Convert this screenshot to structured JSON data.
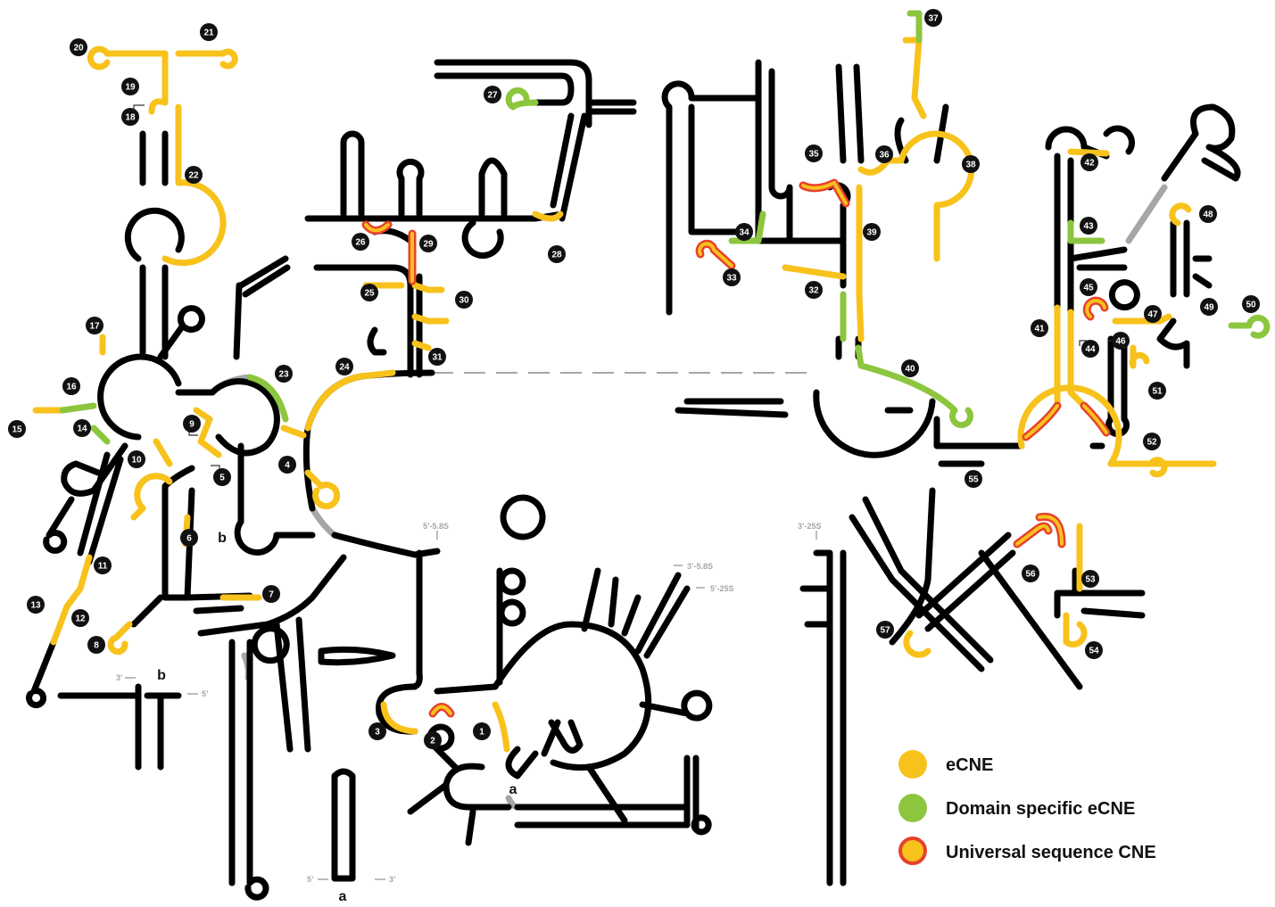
{
  "colors": {
    "backbone": "#000000",
    "ecne": "#f8c21c",
    "domain_specific_ecne": "#8cc63e",
    "universal_sequence_cne_outline": "#e8412c",
    "connector": "#a6a6a6"
  },
  "legend": {
    "items": [
      {
        "label": "eCNE",
        "color": "#f8c21c",
        "outline": ""
      },
      {
        "label": "Domain specific eCNE",
        "color": "#8cc63e",
        "outline": ""
      },
      {
        "label": "Universal sequence CNE",
        "color": "#f8c21c",
        "outline": "#e8412c"
      }
    ]
  },
  "end_labels": {
    "five_5_8s": "5’-5.8S",
    "three_5_8s": "3’-5.8S",
    "five_25s": "5’-25S",
    "three_25s": "3’-25S",
    "five_prime": "5’",
    "three_prime": "3’"
  },
  "junction_labels": {
    "a": "a",
    "b": "b"
  },
  "element_numbers": [
    "1",
    "2",
    "3",
    "4",
    "5",
    "6",
    "7",
    "8",
    "9",
    "10",
    "11",
    "12",
    "13",
    "14",
    "15",
    "16",
    "17",
    "18",
    "19",
    "20",
    "21",
    "22",
    "23",
    "24",
    "25",
    "26",
    "27",
    "28",
    "29",
    "30",
    "31",
    "32",
    "33",
    "34",
    "35",
    "36",
    "37",
    "38",
    "39",
    "40",
    "41",
    "42",
    "43",
    "44",
    "45",
    "46",
    "47",
    "48",
    "49",
    "50",
    "51",
    "52",
    "53",
    "54",
    "55",
    "56",
    "57"
  ]
}
